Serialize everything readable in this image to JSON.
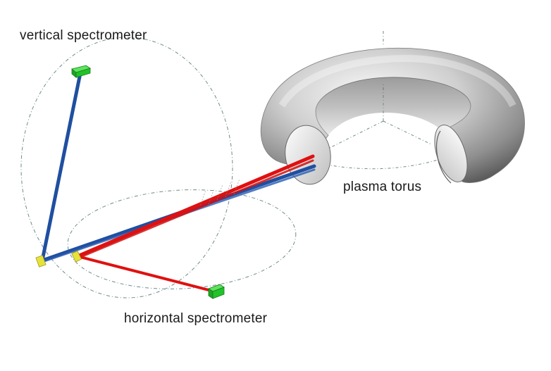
{
  "labels": {
    "vertical": "vertical spectrometer",
    "plasma": "plasma torus",
    "horizontal": "horizontal spectrometer"
  },
  "colors": {
    "vertical_beam": "#1f4fa0",
    "horizontal_beam": "#e01010",
    "detector": "#22c22a",
    "crystal": "#e7e23a",
    "guide_circle": "#6f8a8c",
    "torus_light": "#f2f2f2",
    "torus_mid": "#b5b5b5",
    "torus_dark": "#6a6a6a"
  },
  "components": {
    "plasma_torus": "torus",
    "vertical_detector": "detector-box",
    "horizontal_detector": "detector-box",
    "vertical_crystal": "crystal",
    "horizontal_crystal": "crystal"
  }
}
